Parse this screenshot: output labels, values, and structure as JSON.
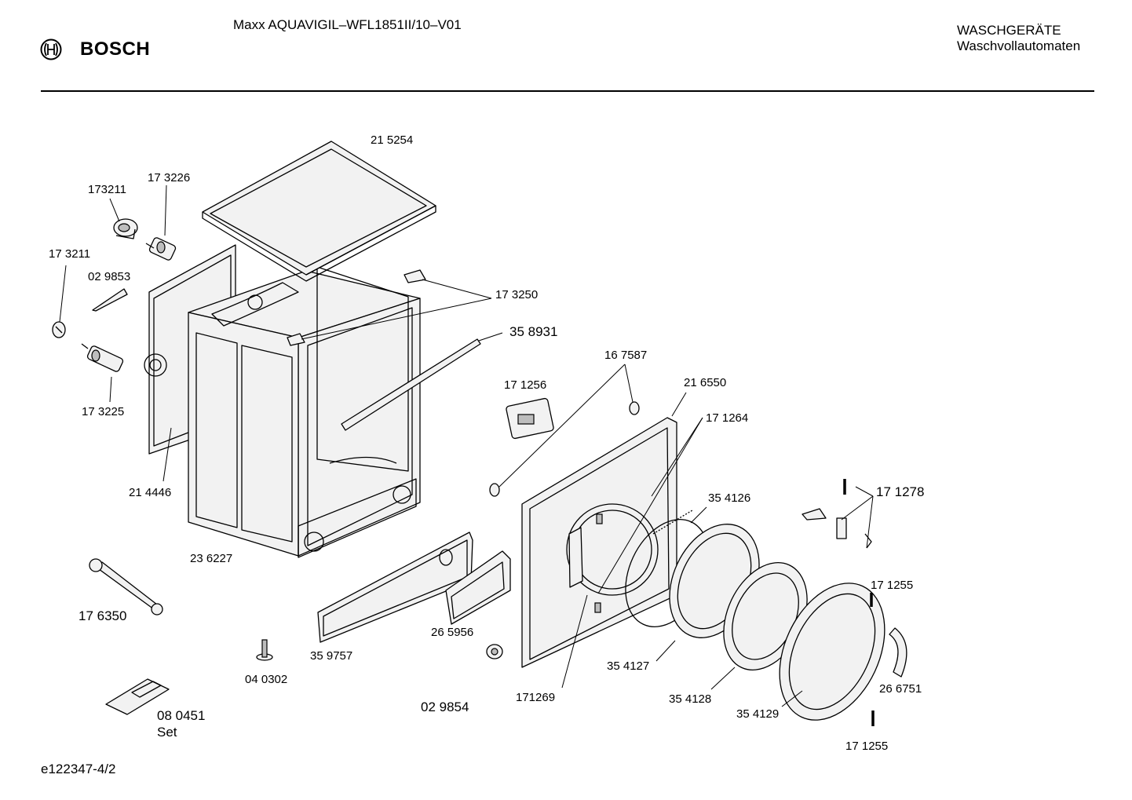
{
  "header": {
    "brand": "BOSCH",
    "model": "Maxx AQUAVIGIL–WFL1851II/10–V01",
    "category_line1": "WASCHGERÄTE",
    "category_line2": "Waschvollautomaten"
  },
  "footer": {
    "doc_id": "e122347-4/2"
  },
  "parts": {
    "p215254": "21 5254",
    "p173226": "17 3226",
    "p173211a": "173211",
    "p173211b": "17 3211",
    "p029853": "02 9853",
    "p173250": "17 3250",
    "p358931": "35 8931",
    "p173225": "17 3225",
    "p214446": "21 4446",
    "p236227": "23 6227",
    "p176350": "17 6350",
    "p040302": "04 0302",
    "p080451": "08 0451",
    "p080451_suffix": "Set",
    "p359757": "35 9757",
    "p265956": "26 5956",
    "p029854": "02 9854",
    "p171256": "17 1256",
    "p167587": "16 7587",
    "p216550": "21 6550",
    "p171264": "17 1264",
    "p354126": "35 4126",
    "p171269": "171269",
    "p354127": "35 4127",
    "p354128": "35 4128",
    "p354129": "35 4129",
    "p171278": "17 1278",
    "p171255a": "17 1255",
    "p171255b": "17 1255",
    "p266751": "26 6751"
  }
}
